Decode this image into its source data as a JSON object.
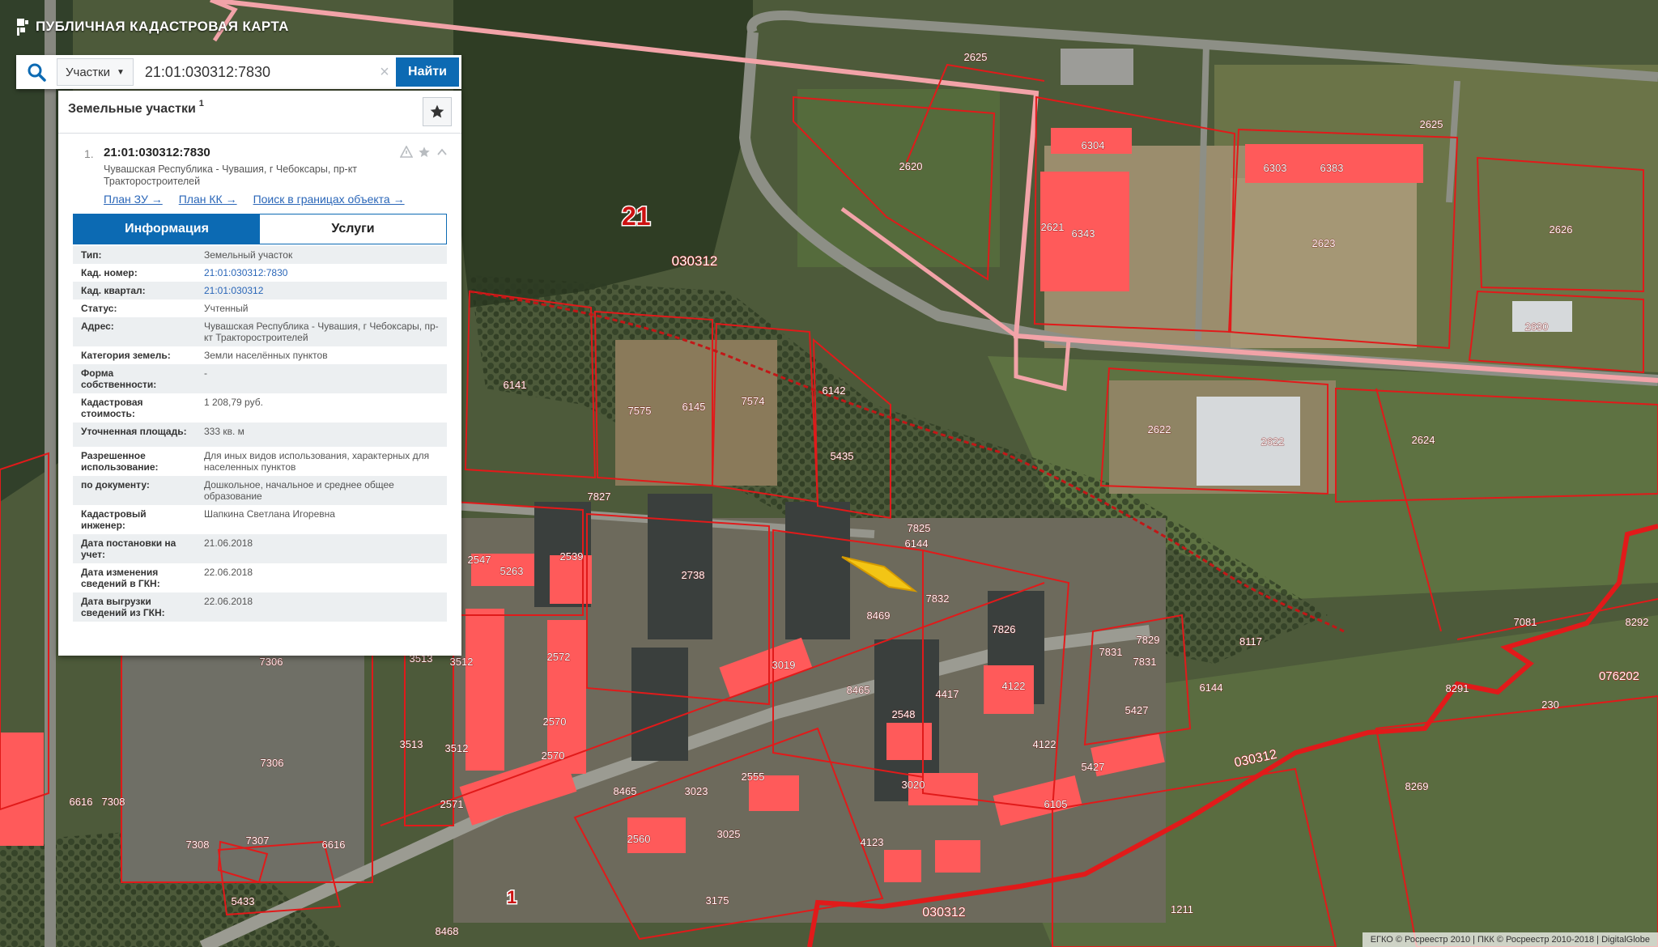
{
  "app": {
    "title": "ПУБЛИЧНАЯ КАДАСТРОВАЯ КАРТА"
  },
  "search": {
    "icon": "search-icon",
    "type_label": "Участки",
    "value": "21:01:030312:7830",
    "button_label": "Найти"
  },
  "panel": {
    "title": "Земельные участки",
    "count": "1",
    "result": {
      "index": "1.",
      "cad_number": "21:01:030312:7830",
      "address": "Чувашская Республика - Чувашия, г Чебоксары, пр-кт Тракторостроителей",
      "links": [
        "План ЗУ →",
        "План КК →",
        "Поиск в границах объекта →"
      ]
    },
    "tabs": [
      "Информация",
      "Услуги"
    ],
    "info": [
      {
        "key": "Тип:",
        "value": "Земельный участок"
      },
      {
        "key": "Кад. номер:",
        "value": "21:01:030312:7830"
      },
      {
        "key": "Кад. квартал:",
        "value": "21:01:030312"
      },
      {
        "key": "Статус:",
        "value": "Учтенный"
      },
      {
        "key": "Адрес:",
        "value": "Чувашская Республика - Чувашия, г Чебоксары, пр-кт Тракторостроителей"
      },
      {
        "key": "Категория земель:",
        "value": "Земли населённых пунктов"
      },
      {
        "key": "Форма собственности:",
        "value": "-"
      },
      {
        "key": "Кадастровая стоимость:",
        "value": "1 208,79 руб."
      },
      {
        "key": "Уточненная площадь:",
        "value": "333 кв. м"
      },
      {
        "key": "Разрешенное использование:",
        "value": "Для иных видов использования, характерных для населенных пунктов"
      },
      {
        "key": "по документу:",
        "value": "Дошкольное, начальное и среднее общее образование"
      },
      {
        "key": "Кадастровый инженер:",
        "value": "Шапкина Светлана Игоревна"
      },
      {
        "key": "Дата постановки на учет:",
        "value": "21.06.2018"
      },
      {
        "key": "Дата изменения сведений в ГКН:",
        "value": "22.06.2018"
      },
      {
        "key": "Дата выгрузки сведений из ГКН:",
        "value": "22.06.2018"
      }
    ]
  },
  "map": {
    "colors": {
      "imagery": "#4d5a3a",
      "boundary": "#e11a1a",
      "building": "#ff5a5a",
      "quarter_line": "#f2a3a8",
      "selected": "#f3c515"
    },
    "district_label": "21",
    "quarter_label": "030312",
    "quarter_label_2": "030312",
    "quarter_label_3": "030312",
    "bottom_label": "1",
    "edge_label": "076202",
    "parcels": [
      "2625",
      "2620",
      "6304",
      "2621",
      "6343",
      "6303",
      "6383",
      "2623",
      "2625",
      "2626",
      "2630",
      "2622",
      "2622",
      "2624",
      "6141",
      "7575",
      "6145",
      "7574",
      "6142",
      "5435",
      "7827",
      "7825",
      "6144",
      "2547",
      "5263",
      "2539",
      "2738",
      "8469",
      "7832",
      "7826",
      "7831",
      "7829",
      "8117",
      "7306",
      "3513",
      "3512",
      "2572",
      "3019",
      "8465",
      "4417",
      "4122",
      "2548",
      "5427",
      "7306",
      "3513",
      "3512",
      "2570",
      "2570",
      "8465",
      "2571",
      "3023",
      "2555",
      "3020",
      "4122",
      "5427",
      "6616",
      "7308",
      "7308",
      "7307",
      "6616",
      "2560",
      "3025",
      "4123",
      "6105",
      "7081",
      "8292",
      "8269",
      "1211",
      "5433",
      "8468",
      "3175",
      "230",
      "6144",
      "7831",
      "8291"
    ]
  },
  "copyright": "ЕГКО © Росреестр 2010 | ПКК © Росреестр 2010-2018 | DigitalGlobe"
}
